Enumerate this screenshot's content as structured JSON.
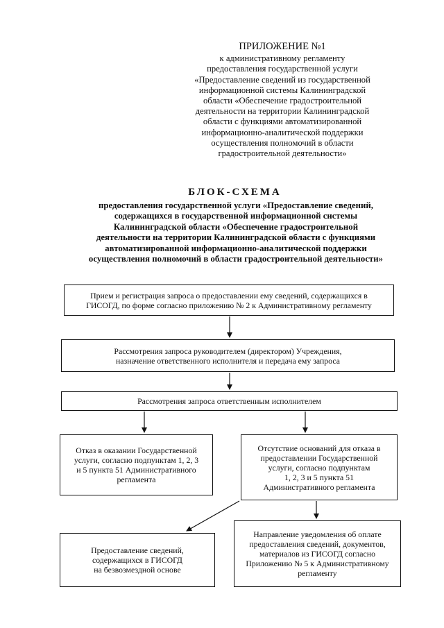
{
  "appendix": {
    "title": "ПРИЛОЖЕНИЕ №1",
    "lines": [
      "к административному регламенту",
      "предоставления государственной услуги",
      "«Предоставление сведений из государственной",
      "информационной системы Калининградской",
      "области «Обеспечение градостроительной",
      "деятельности на территории Калининградской",
      "области с функциями автоматизированной",
      "информационно-аналитической поддержки",
      "осуществления полномочий в области",
      "градостроительной деятельности»"
    ]
  },
  "scheme": {
    "title": "БЛОК-СХЕМА",
    "subtitle_lines": [
      "предоставления государственной услуги «Предоставление сведений,",
      "содержащихся в государственной информационной системы",
      "Калининградской области «Обеспечение градостроительной",
      "деятельности на территории Калининградской области с функциями",
      "автоматизированной информационно-аналитической поддержки",
      "осуществления полномочий в области градостроительной деятельности»"
    ]
  },
  "boxes": {
    "step1": [
      "Прием и регистрация запроса о предоставлении ему сведений, содержащихся в",
      "ГИСОГД, по форме согласно приложению № 2 к Административному регламенту"
    ],
    "step2": [
      "Рассмотрения запроса руководителем (директором) Учреждения,",
      "назначение ответственного исполнителя и передача ему запроса"
    ],
    "step3": [
      "Рассмотрения запроса ответственным исполнителем"
    ],
    "refusal": [
      "Отказ в оказании Государственной",
      "услуги, согласно подпунктам 1, 2, 3",
      "и 5 пункта 51 Административного",
      "регламента"
    ],
    "no_grounds": [
      "Отсутствие оснований для отказа в",
      "предоставлении Государственной",
      "услуги, согласно подпунктам",
      "1, 2, 3 и 5 пункта 51",
      "Административного регламента"
    ],
    "free": [
      "Предоставление сведений,",
      "содержащихся в ГИСОГД",
      "на безвозмездной основе"
    ],
    "payment": [
      "Направление уведомления об оплате",
      "предоставления сведений, документов,",
      "материалов из ГИСОГД согласно",
      "Приложению № 5 к Административному",
      "регламенту"
    ]
  }
}
